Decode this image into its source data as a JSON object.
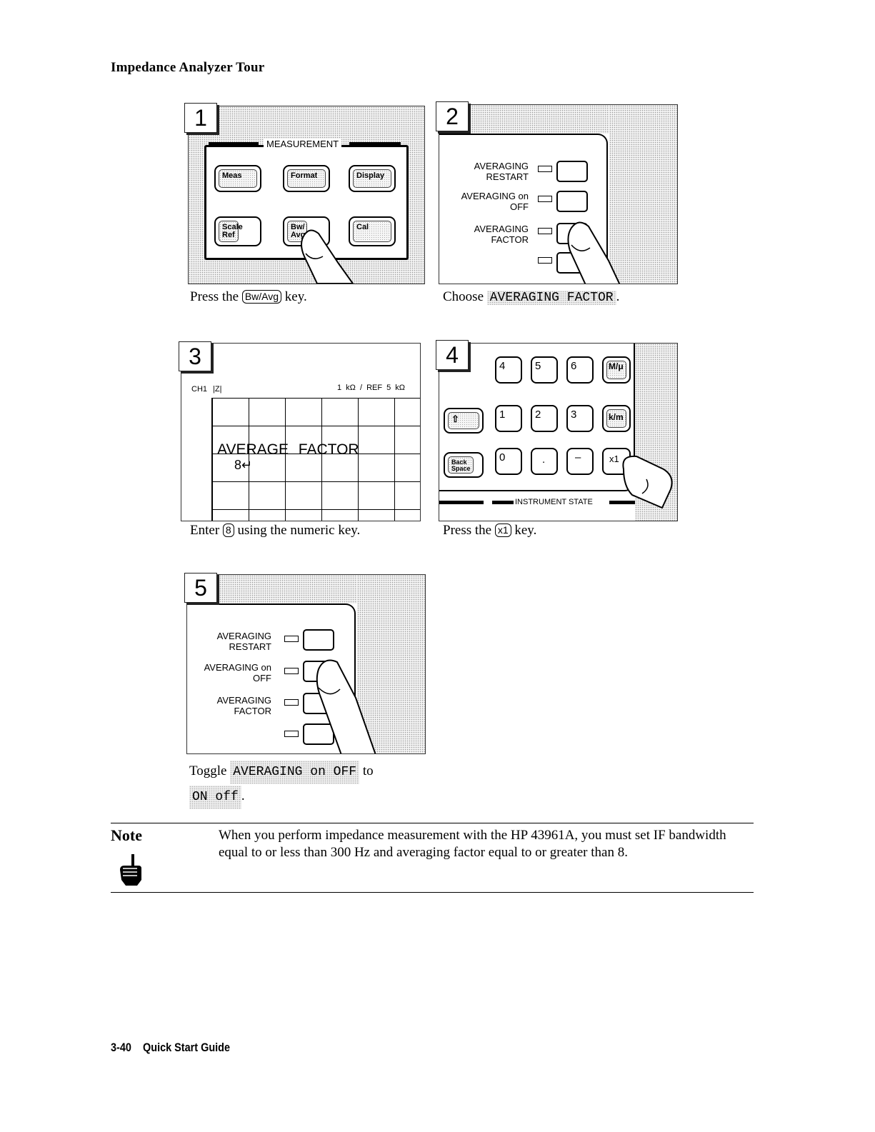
{
  "header": {
    "title": "Impedance Analyzer Tour"
  },
  "steps": [
    {
      "number": "1",
      "panel": {
        "group_label": "MEASUREMENT",
        "keys": [
          "Meas",
          "Format",
          "Display",
          "Scale Ref",
          "Bw/ Avg",
          "Cal"
        ]
      },
      "caption": {
        "before": "Press the",
        "key": "Bw/Avg",
        "after": "key."
      }
    },
    {
      "number": "2",
      "softkeys": [
        "AVERAGING RESTART",
        "AVERAGING on OFF",
        "AVERAGING FACTOR"
      ],
      "caption": {
        "before": "Choose",
        "softkey": "AVERAGING FACTOR",
        "after": "."
      }
    },
    {
      "number": "3",
      "screen": {
        "channel": "CH1",
        "param": "|Z|",
        "scale": "1 kΩ / REF 5 kΩ",
        "entry_title": "AVERAGE FACTOR",
        "entry_value": "8↵"
      },
      "caption": {
        "before": "Enter",
        "key": "8",
        "after": "using the numeric key."
      }
    },
    {
      "number": "4",
      "keypad": {
        "row1": [
          "4",
          "5",
          "6",
          "M/μ"
        ],
        "row2": [
          "⇧",
          "1",
          "2",
          "3",
          "k/m"
        ],
        "row3": [
          "Back Space",
          "0",
          ".",
          "–",
          "x1"
        ],
        "section_label": "INSTRUMENT STATE"
      },
      "caption": {
        "before": "Press the",
        "key": "x1",
        "after": "key."
      }
    },
    {
      "number": "5",
      "softkeys": [
        "AVERAGING RESTART",
        "AVERAGING on OFF",
        "AVERAGING FACTOR"
      ],
      "caption": {
        "before": "Toggle",
        "softkey": "AVERAGING on OFF",
        "middle": "to",
        "softkey2": "ON off",
        "after": "."
      }
    }
  ],
  "note": {
    "title": "Note",
    "icon": "pointing-hand-icon",
    "text": "When you perform impedance measurement with the HP 43961A, you must set IF bandwidth equal to or less than 300 Hz and averaging factor equal to or greater than 8."
  },
  "footer": {
    "page": "3-40",
    "title": "Quick Start Guide"
  }
}
